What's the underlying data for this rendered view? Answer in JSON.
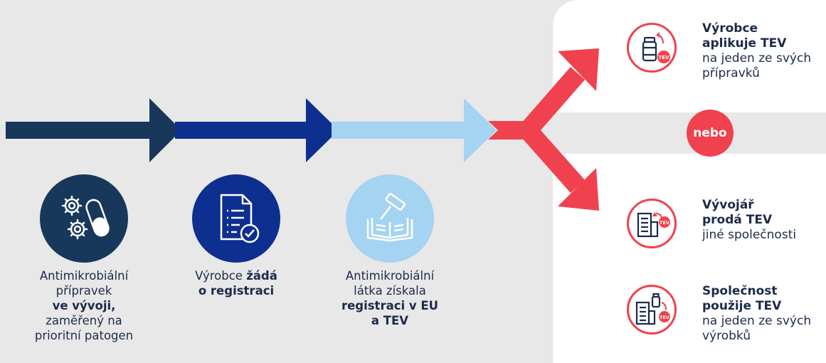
{
  "colors": {
    "background": "#e8e8e8",
    "navy": "#17385a",
    "blue": "#0d2f8f",
    "light_blue": "#a5d3f2",
    "red": "#f0424e",
    "text": "#1c2b4a"
  },
  "steps": [
    {
      "icon": "gears-capsule-icon",
      "label_lines": [
        {
          "parts": [
            {
              "text": "Antimikrobiální",
              "bold": false
            }
          ]
        },
        {
          "parts": [
            {
              "text": "přípravek",
              "bold": false
            }
          ]
        },
        {
          "parts": [
            {
              "text": "ve vývoji,",
              "bold": true
            }
          ]
        },
        {
          "parts": [
            {
              "text": "zaměřený na",
              "bold": false
            }
          ]
        },
        {
          "parts": [
            {
              "text": "prioritní patogen",
              "bold": false
            }
          ]
        }
      ]
    },
    {
      "icon": "document-check-icon",
      "label_lines": [
        {
          "parts": [
            {
              "text": "Výrobce ",
              "bold": false
            },
            {
              "text": "žádá",
              "bold": true
            }
          ]
        },
        {
          "parts": [
            {
              "text": "o registraci",
              "bold": true
            }
          ]
        }
      ]
    },
    {
      "icon": "gavel-book-icon",
      "label_lines": [
        {
          "parts": [
            {
              "text": "Antimikrobiální",
              "bold": false
            }
          ]
        },
        {
          "parts": [
            {
              "text": "látka získala",
              "bold": false
            }
          ]
        },
        {
          "parts": [
            {
              "text": "registraci v EU",
              "bold": true
            }
          ]
        },
        {
          "parts": [
            {
              "text": "a TEV",
              "bold": true
            }
          ]
        }
      ]
    }
  ],
  "outcomes": [
    {
      "icon": "bottle-tev-icon",
      "bold_lines": [
        "Výrobce",
        "aplikuje TEV"
      ],
      "normal_lines": [
        "na jeden ze svých",
        "přípravků"
      ]
    },
    {
      "icon": "building-tev-icon",
      "bold_lines": [
        "Vývojář",
        "prodá TEV"
      ],
      "normal_lines": [
        "jiné společnosti"
      ]
    },
    {
      "icon": "building-bottle-tev-icon",
      "bold_lines": [
        "Společnost",
        "použije TEV"
      ],
      "normal_lines": [
        "na jeden ze svých",
        "výrobků"
      ]
    }
  ],
  "or_label": "nebo",
  "tev_badge": "TEV"
}
